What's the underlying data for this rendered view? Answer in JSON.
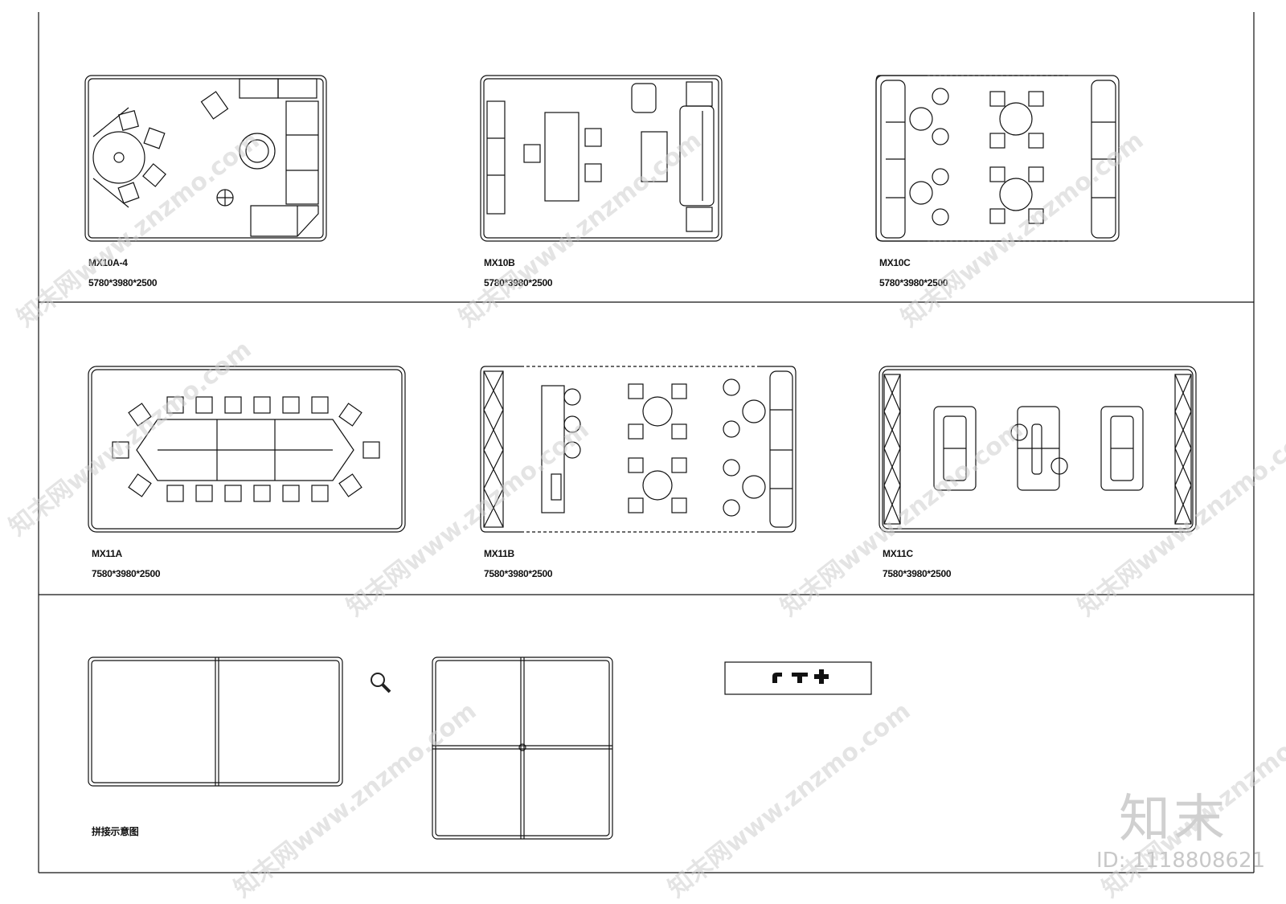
{
  "booths": [
    {
      "id": "mx10a",
      "model": "MX10A-4",
      "dims": "5780*3980*2500"
    },
    {
      "id": "mx10b",
      "model": "MX10B",
      "dims": "5780*3980*2500"
    },
    {
      "id": "mx10c",
      "model": "MX10C",
      "dims": "5780*3980*2500"
    },
    {
      "id": "mx11a",
      "model": "MX11A",
      "dims": "7580*3980*2500"
    },
    {
      "id": "mx11b",
      "model": "MX11B",
      "dims": "7580*3980*2500"
    },
    {
      "id": "mx11c",
      "model": "MX11C",
      "dims": "7580*3980*2500"
    }
  ],
  "assembly_caption": "拼接示意图",
  "watermark": {
    "text": "知末网www.znzmo.com",
    "brand": "知末",
    "id": "ID: 1118808621"
  },
  "icons": [
    "magnifier-icon",
    "corner-connector-icon",
    "tee-connector-icon",
    "cross-connector-icon"
  ]
}
